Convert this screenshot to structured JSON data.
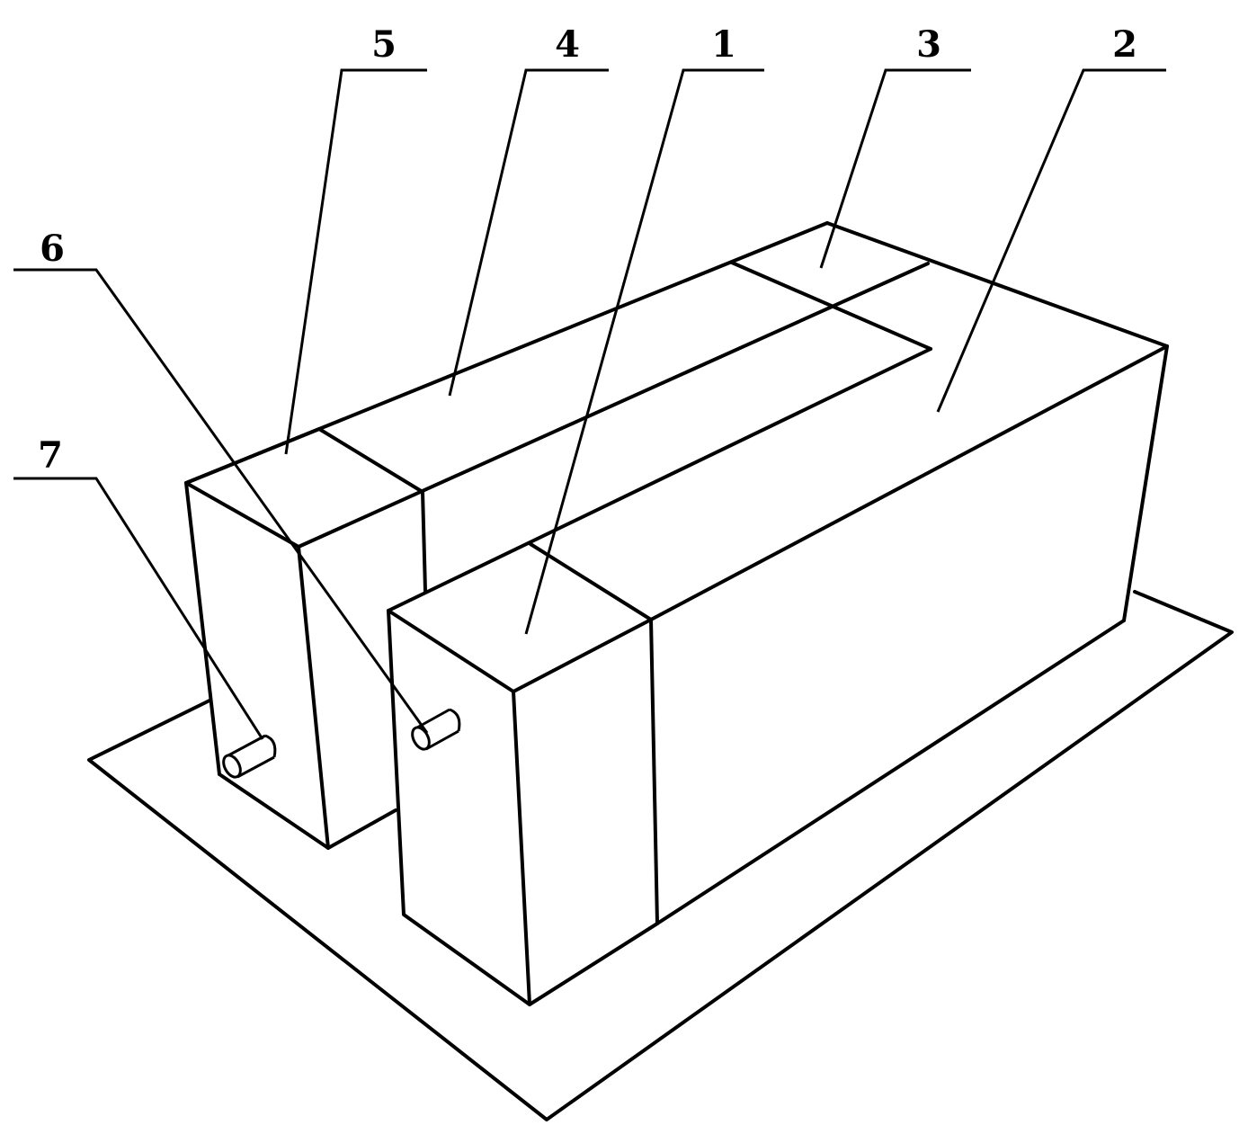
{
  "diagram": {
    "labels": [
      {
        "id": "1",
        "text": "1"
      },
      {
        "id": "2",
        "text": "2"
      },
      {
        "id": "3",
        "text": "3"
      },
      {
        "id": "4",
        "text": "4"
      },
      {
        "id": "5",
        "text": "5"
      },
      {
        "id": "6",
        "text": "6"
      },
      {
        "id": "7",
        "text": "7"
      }
    ],
    "colors": {
      "line": "#000000",
      "background": "#ffffff"
    }
  }
}
